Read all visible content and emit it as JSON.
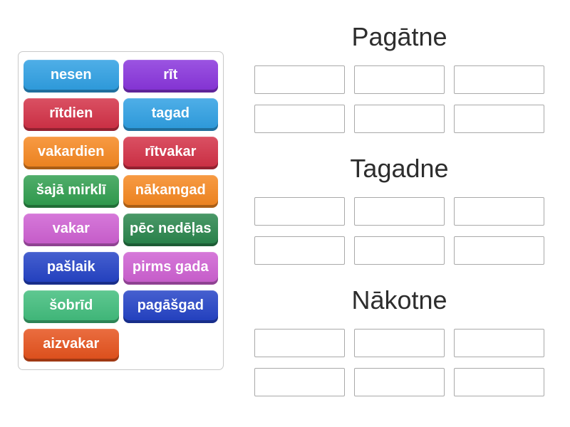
{
  "board": {
    "background": "#ffffff",
    "panel_border": "#c9c9c9",
    "slot_border": "#a9a9a9",
    "title_color": "#2d2d2d",
    "tile_text_color": "#ffffff"
  },
  "tiles": [
    {
      "label": "nesen",
      "color": "#2D9FE3"
    },
    {
      "label": "rīt",
      "color": "#8833DC"
    },
    {
      "label": "rītdien",
      "color": "#D32F45"
    },
    {
      "label": "tagad",
      "color": "#2D9FE3"
    },
    {
      "label": "vakardien",
      "color": "#F6871F"
    },
    {
      "label": "rītvakar",
      "color": "#D32F45"
    },
    {
      "label": "šajā mirklī",
      "color": "#2F9E4E"
    },
    {
      "label": "nākamgad",
      "color": "#F6871F"
    },
    {
      "label": "vakar",
      "color": "#CE5FD2"
    },
    {
      "label": "pēc nedēļas",
      "color": "#28854B"
    },
    {
      "label": "pašlaik",
      "color": "#2241C6"
    },
    {
      "label": "pirms gada",
      "color": "#CE5FD2"
    },
    {
      "label": "šobrīd",
      "color": "#40BD7C"
    },
    {
      "label": "pagāšgad",
      "color": "#2241C6"
    },
    {
      "label": "aizvakar",
      "color": "#E6511B"
    }
  ],
  "groups": [
    {
      "title": "Pagātne",
      "slot_count": 6
    },
    {
      "title": "Tagadne",
      "slot_count": 6
    },
    {
      "title": "Nākotne",
      "slot_count": 6
    }
  ]
}
